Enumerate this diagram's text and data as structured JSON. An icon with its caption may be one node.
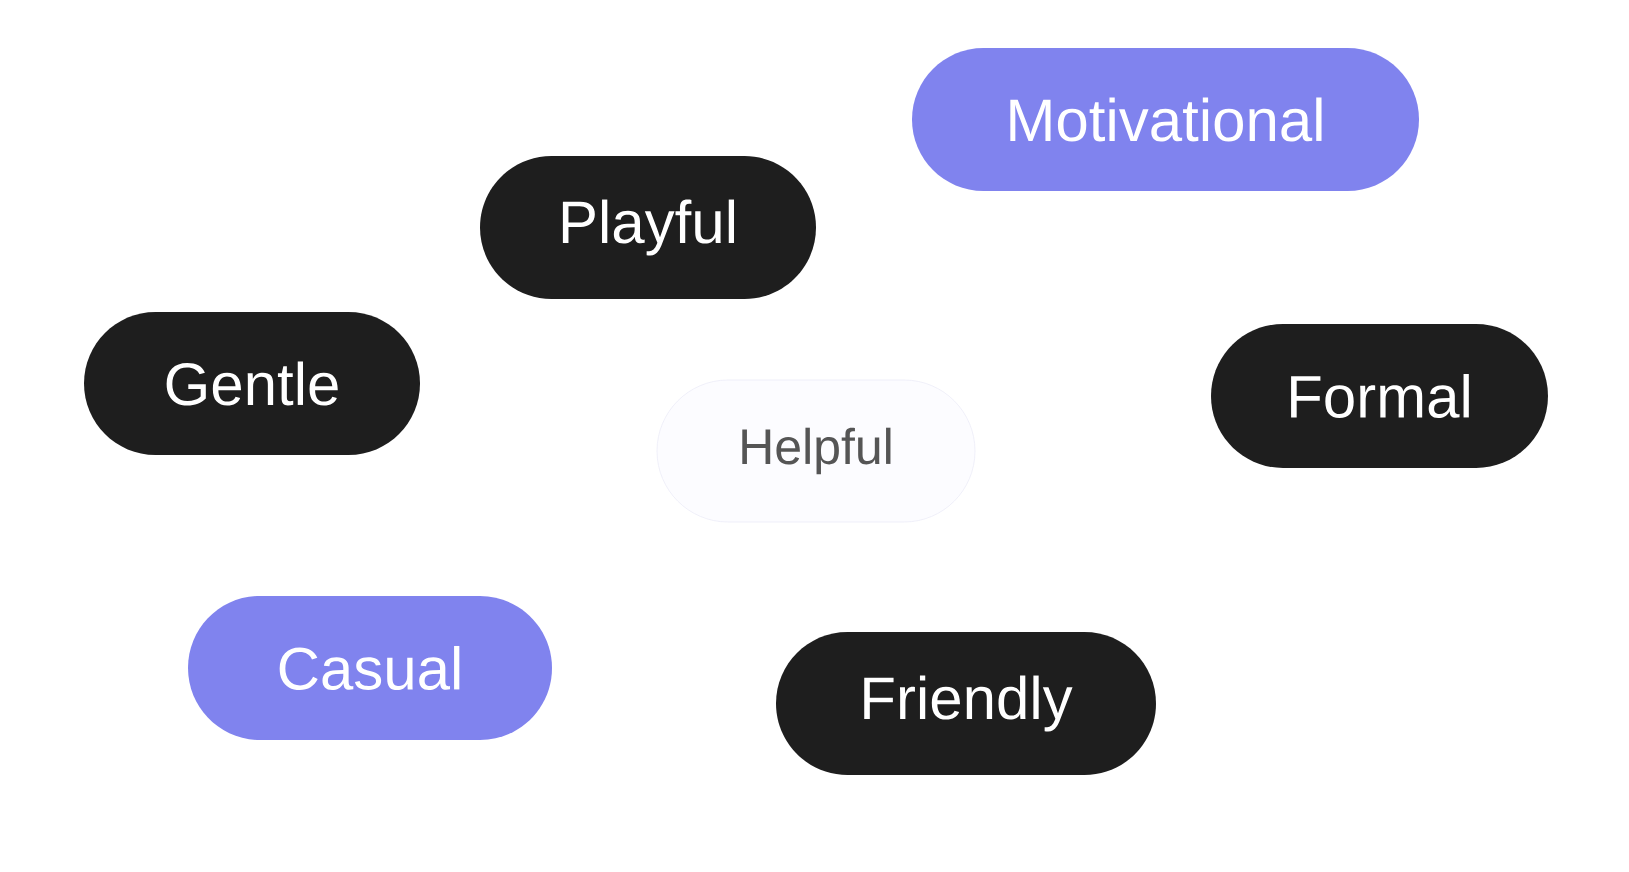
{
  "diagram": {
    "nodes": [
      {
        "text": [
          "Motivational"
        ]
      },
      {
        "text": [
          "Playful"
        ]
      },
      {
        "text": [
          "Gentle"
        ]
      },
      {
        "text": [
          "Formal"
        ]
      },
      {
        "text": [
          "Helpful"
        ]
      },
      {
        "text": [
          "Casual"
        ]
      },
      {
        "text": [
          "Friendly"
        ]
      }
    ]
  }
}
